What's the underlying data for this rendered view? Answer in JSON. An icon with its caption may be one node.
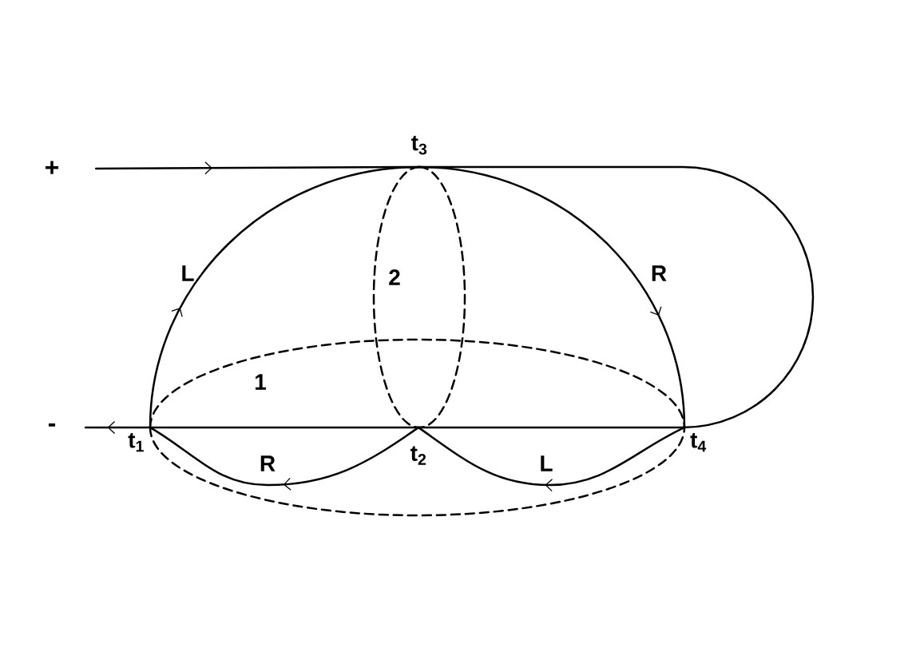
{
  "diagram": {
    "nodes": [
      {
        "text": [
          "+"
        ]
      },
      {
        "text": [
          "t$_{3}$"
        ]
      },
      {
        "text": [
          "-"
        ]
      },
      {
        "text": [
          "t$_{1}$"
        ]
      },
      {
        "text": [
          "t$_{2}$"
        ]
      },
      {
        "text": [
          "t$_{4}$"
        ]
      }
    ],
    "edges": [
      {
        "from": 0,
        "to": 1,
        "arrow": "to"
      },
      {
        "from": 1,
        "to": 5,
        "arrow": "none"
      },
      {
        "from": 3,
        "to": 1,
        "arrow": "to",
        "label": "L"
      },
      {
        "from": 1,
        "to": 5,
        "arrow": "to",
        "label": "R"
      },
      {
        "from": 5,
        "to": 4,
        "arrow": "to",
        "label": "L"
      },
      {
        "from": 4,
        "to": 3,
        "arrow": "to",
        "label": "R"
      },
      {
        "from": 5,
        "to": 4,
        "arrow": "none"
      },
      {
        "from": 4,
        "to": 3,
        "arrow": "none"
      },
      {
        "from": 3,
        "to": 2,
        "arrow": "to"
      },
      {
        "from": 3,
        "to": 5,
        "arrow": "none",
        "style": "dashed"
      },
      {
        "from": 3,
        "to": 5,
        "arrow": "none",
        "style": "dashed"
      },
      {
        "from": 1,
        "to": 4,
        "arrow": "none",
        "style": "dashed"
      },
      {
        "from": 1,
        "to": 4,
        "arrow": "none",
        "style": "dashed"
      }
    ],
    "labels": [
      "2",
      "1"
    ]
  }
}
